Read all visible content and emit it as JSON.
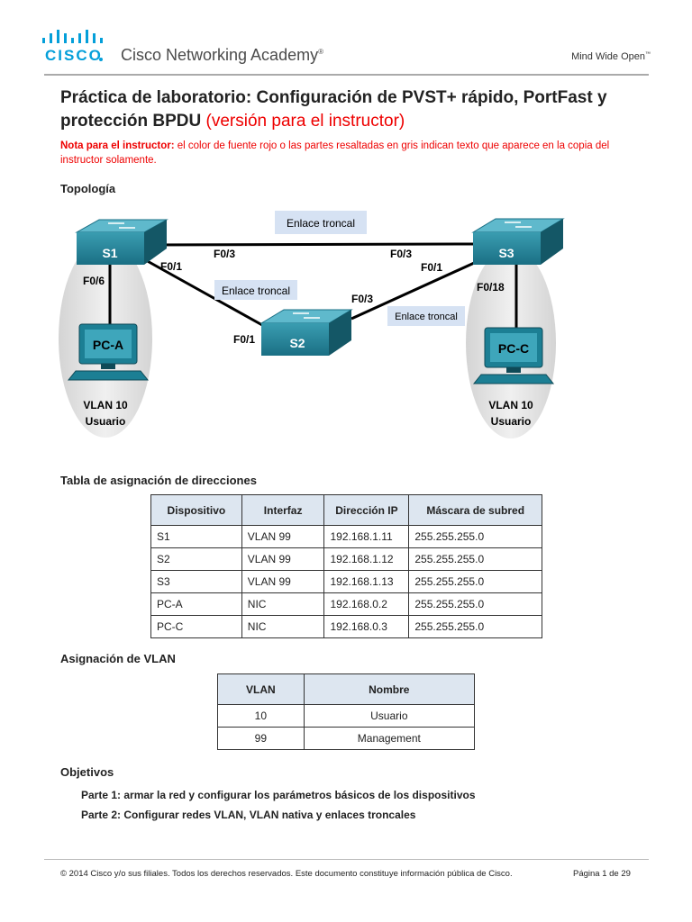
{
  "header": {
    "logo_word": "CISCO",
    "academy": "Cisco Networking Academy",
    "academy_mark": "®",
    "tagline": "Mind Wide Open",
    "tagline_mark": "™",
    "brand_color": "#049fd9"
  },
  "title": {
    "main": "Práctica de laboratorio: Configuración de PVST+ rápido, PortFast y protección BPDU ",
    "version": "(versión para el instructor)"
  },
  "note": {
    "label": "Nota para el instructor:",
    "text": " el color de fuente rojo o las partes resaltadas en gris indican texto que aparece en la copia del instructor solamente."
  },
  "sections": {
    "topology": "Topología",
    "addressing": "Tabla de asignación de direcciones",
    "vlan": "Asignación de VLAN",
    "objectives": "Objetivos"
  },
  "topology": {
    "switches": {
      "s1": "S1",
      "s2": "S2",
      "s3": "S3"
    },
    "pcs": {
      "pca": "PC-A",
      "pcc": "PC-C"
    },
    "ports": {
      "s1_f03": "F0/3",
      "s1_f01": "F0/1",
      "s1_f06": "F0/6",
      "s3_f03": "F0/3",
      "s3_f01": "F0/1",
      "s3_f018": "F0/18",
      "s2_f01": "F0/1",
      "s2_f03": "F0/3"
    },
    "trunk_labels": {
      "s1_s3": "Enlace troncal",
      "s1_s2": "Enlace troncal",
      "s2_s3": "Enlace troncal"
    },
    "pca_group": {
      "vlan": "VLAN 10",
      "name": "Usuario"
    },
    "pcc_group": {
      "vlan": "VLAN 10",
      "name": "Usuario"
    }
  },
  "addressing_table": {
    "headers": [
      "Dispositivo",
      "Interfaz",
      "Dirección IP",
      "Máscara de subred"
    ],
    "rows": [
      [
        "S1",
        "VLAN 99",
        "192.168.1.11",
        "255.255.255.0"
      ],
      [
        "S2",
        "VLAN 99",
        "192.168.1.12",
        "255.255.255.0"
      ],
      [
        "S3",
        "VLAN 99",
        "192.168.1.13",
        "255.255.255.0"
      ],
      [
        "PC-A",
        "NIC",
        "192.168.0.2",
        "255.255.255.0"
      ],
      [
        "PC-C",
        "NIC",
        "192.168.0.3",
        "255.255.255.0"
      ]
    ]
  },
  "vlan_table": {
    "headers": [
      "VLAN",
      "Nombre"
    ],
    "rows": [
      [
        "10",
        "Usuario"
      ],
      [
        "99",
        "Management"
      ]
    ]
  },
  "objectives": {
    "part1": "Parte 1: armar la red y configurar los parámetros básicos de los dispositivos",
    "part2": "Parte 2: Configurar redes VLAN, VLAN nativa y enlaces troncales"
  },
  "footer": {
    "copyright": "© 2014 Cisco y/o sus filiales. Todos los derechos reservados. Este documento constituye información pública de Cisco.",
    "page": "Página 1 de 29"
  }
}
